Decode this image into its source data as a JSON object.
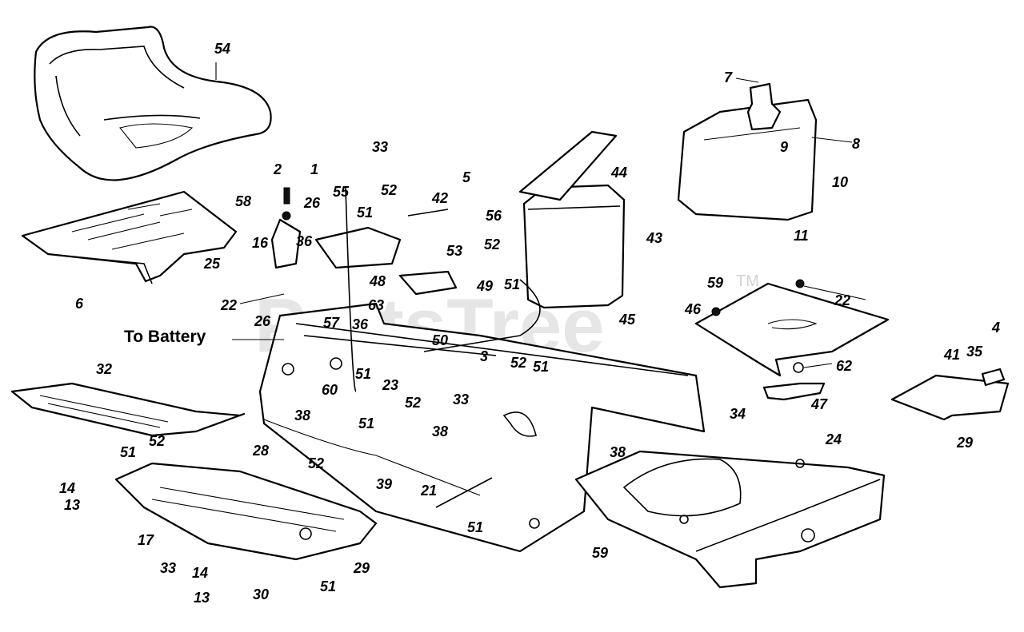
{
  "diagram": {
    "label_to_battery": "To Battery",
    "watermark": "PartsTree",
    "watermark_tm": "TM",
    "callouts": [
      "54",
      "2",
      "1",
      "33",
      "5",
      "58",
      "26",
      "55",
      "52",
      "42",
      "56",
      "7",
      "8",
      "9",
      "44",
      "10",
      "11",
      "43",
      "51",
      "16",
      "36",
      "53",
      "25",
      "52",
      "6",
      "48",
      "49",
      "51",
      "63",
      "59",
      "22",
      "22",
      "26",
      "57",
      "36",
      "46",
      "45",
      "4",
      "50",
      "3",
      "52",
      "51",
      "62",
      "23",
      "41",
      "35",
      "51",
      "60",
      "52",
      "32",
      "33",
      "38",
      "47",
      "29",
      "51",
      "34",
      "24",
      "38",
      "28",
      "38",
      "52",
      "51",
      "14",
      "39",
      "21",
      "13",
      "17",
      "52",
      "51",
      "59",
      "33",
      "29",
      "14",
      "30",
      "51",
      "13"
    ]
  }
}
